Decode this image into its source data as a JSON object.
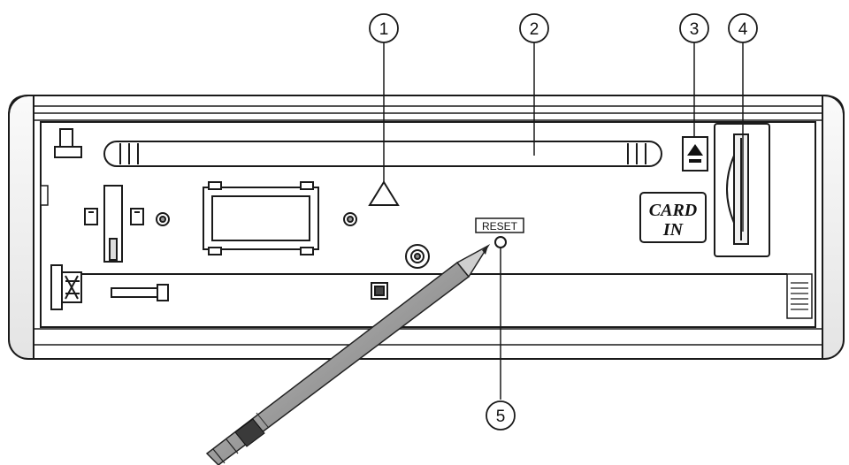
{
  "callouts": [
    "1",
    "2",
    "3",
    "4",
    "5"
  ],
  "reset_label": "RESET",
  "card_label_line1": "CARD",
  "card_label_line2": "IN",
  "colors": {
    "line": "#1a1a1a",
    "panel_fill": "#ffffff",
    "frame_fill": "#f2f2f2",
    "pencil_body": "#9a9a9a",
    "pencil_dark": "#555555"
  }
}
